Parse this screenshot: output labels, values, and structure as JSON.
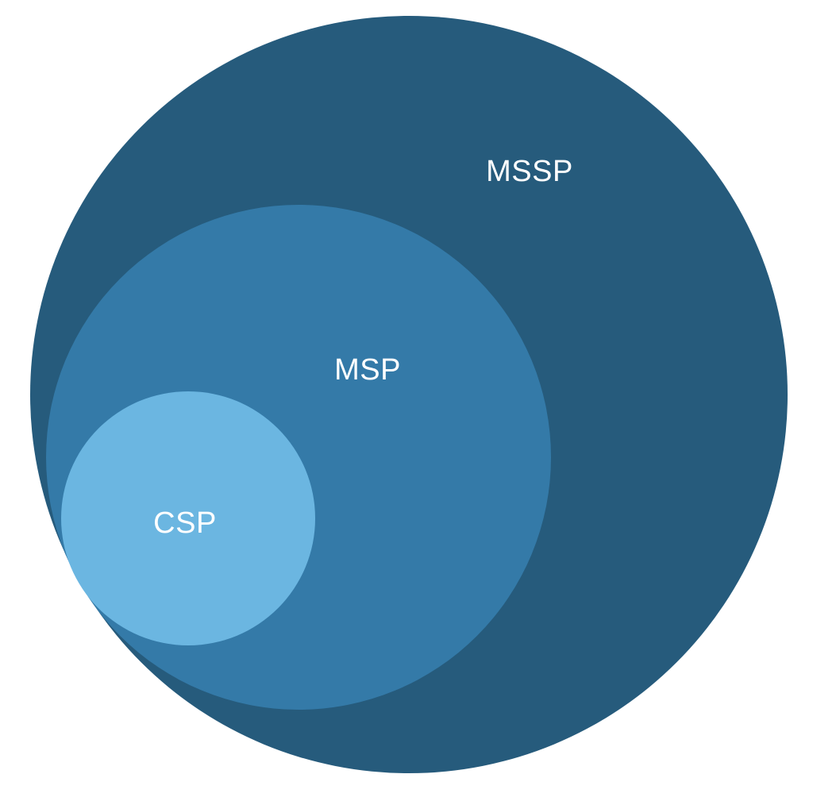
{
  "diagram": {
    "circles": [
      {
        "id": "mssp",
        "label": "MSSP",
        "color": "#265b7c"
      },
      {
        "id": "msp",
        "label": "MSP",
        "color": "#347aa8"
      },
      {
        "id": "csp",
        "label": "CSP",
        "color": "#6bb6e1"
      }
    ],
    "background": "#ffffff"
  }
}
